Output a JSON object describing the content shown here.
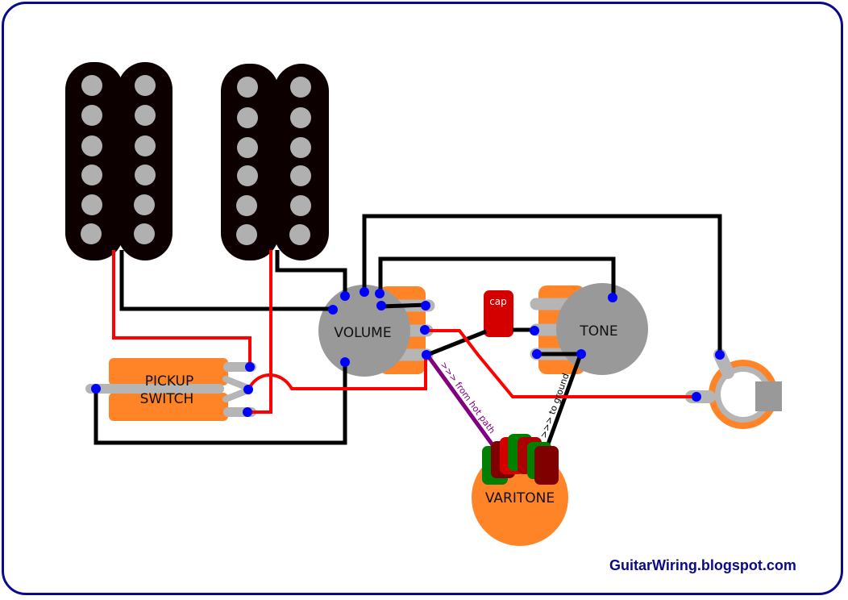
{
  "title": "Guitar wiring diagram: two humbuckers, pickup switch, volume, tone, Varitone, output jack",
  "components": {
    "neck_pickup": {
      "type": "humbucker",
      "pole_pieces_per_coil": 6
    },
    "bridge_pickup": {
      "type": "humbucker",
      "pole_pieces_per_coil": 6
    },
    "pickup_switch": {
      "label_line1": "PICKUP",
      "label_line2": "SWITCH"
    },
    "volume_pot": {
      "label": "VOLUME"
    },
    "tone_pot": {
      "label": "TONE"
    },
    "capacitor": {
      "label": "cap"
    },
    "varitone": {
      "label": "VARITONE"
    },
    "output_jack": {
      "label": ""
    }
  },
  "annotations": {
    "hot_path": ">>> from hot path",
    "to_ground": ">>> to ground"
  },
  "footer": {
    "credit": "GuitarWiring.blogspot.com"
  },
  "colors": {
    "frame": "#0a0a8a",
    "pickup_body": "#0d0000",
    "pole_piece": "#b0b0b0",
    "pot_body": "#999999",
    "lug": "#b5b5b5",
    "orange": "#ff8427",
    "hot_wire": "#ff0000",
    "ground_wire": "#000000",
    "purple_wire": "#800080",
    "solder": "#0000ff",
    "cap": "#d40000",
    "varitone_green": "#008000",
    "varitone_darkred": "#800000",
    "varitone_red": "#d40000",
    "text_link": "#0a0a8a"
  }
}
